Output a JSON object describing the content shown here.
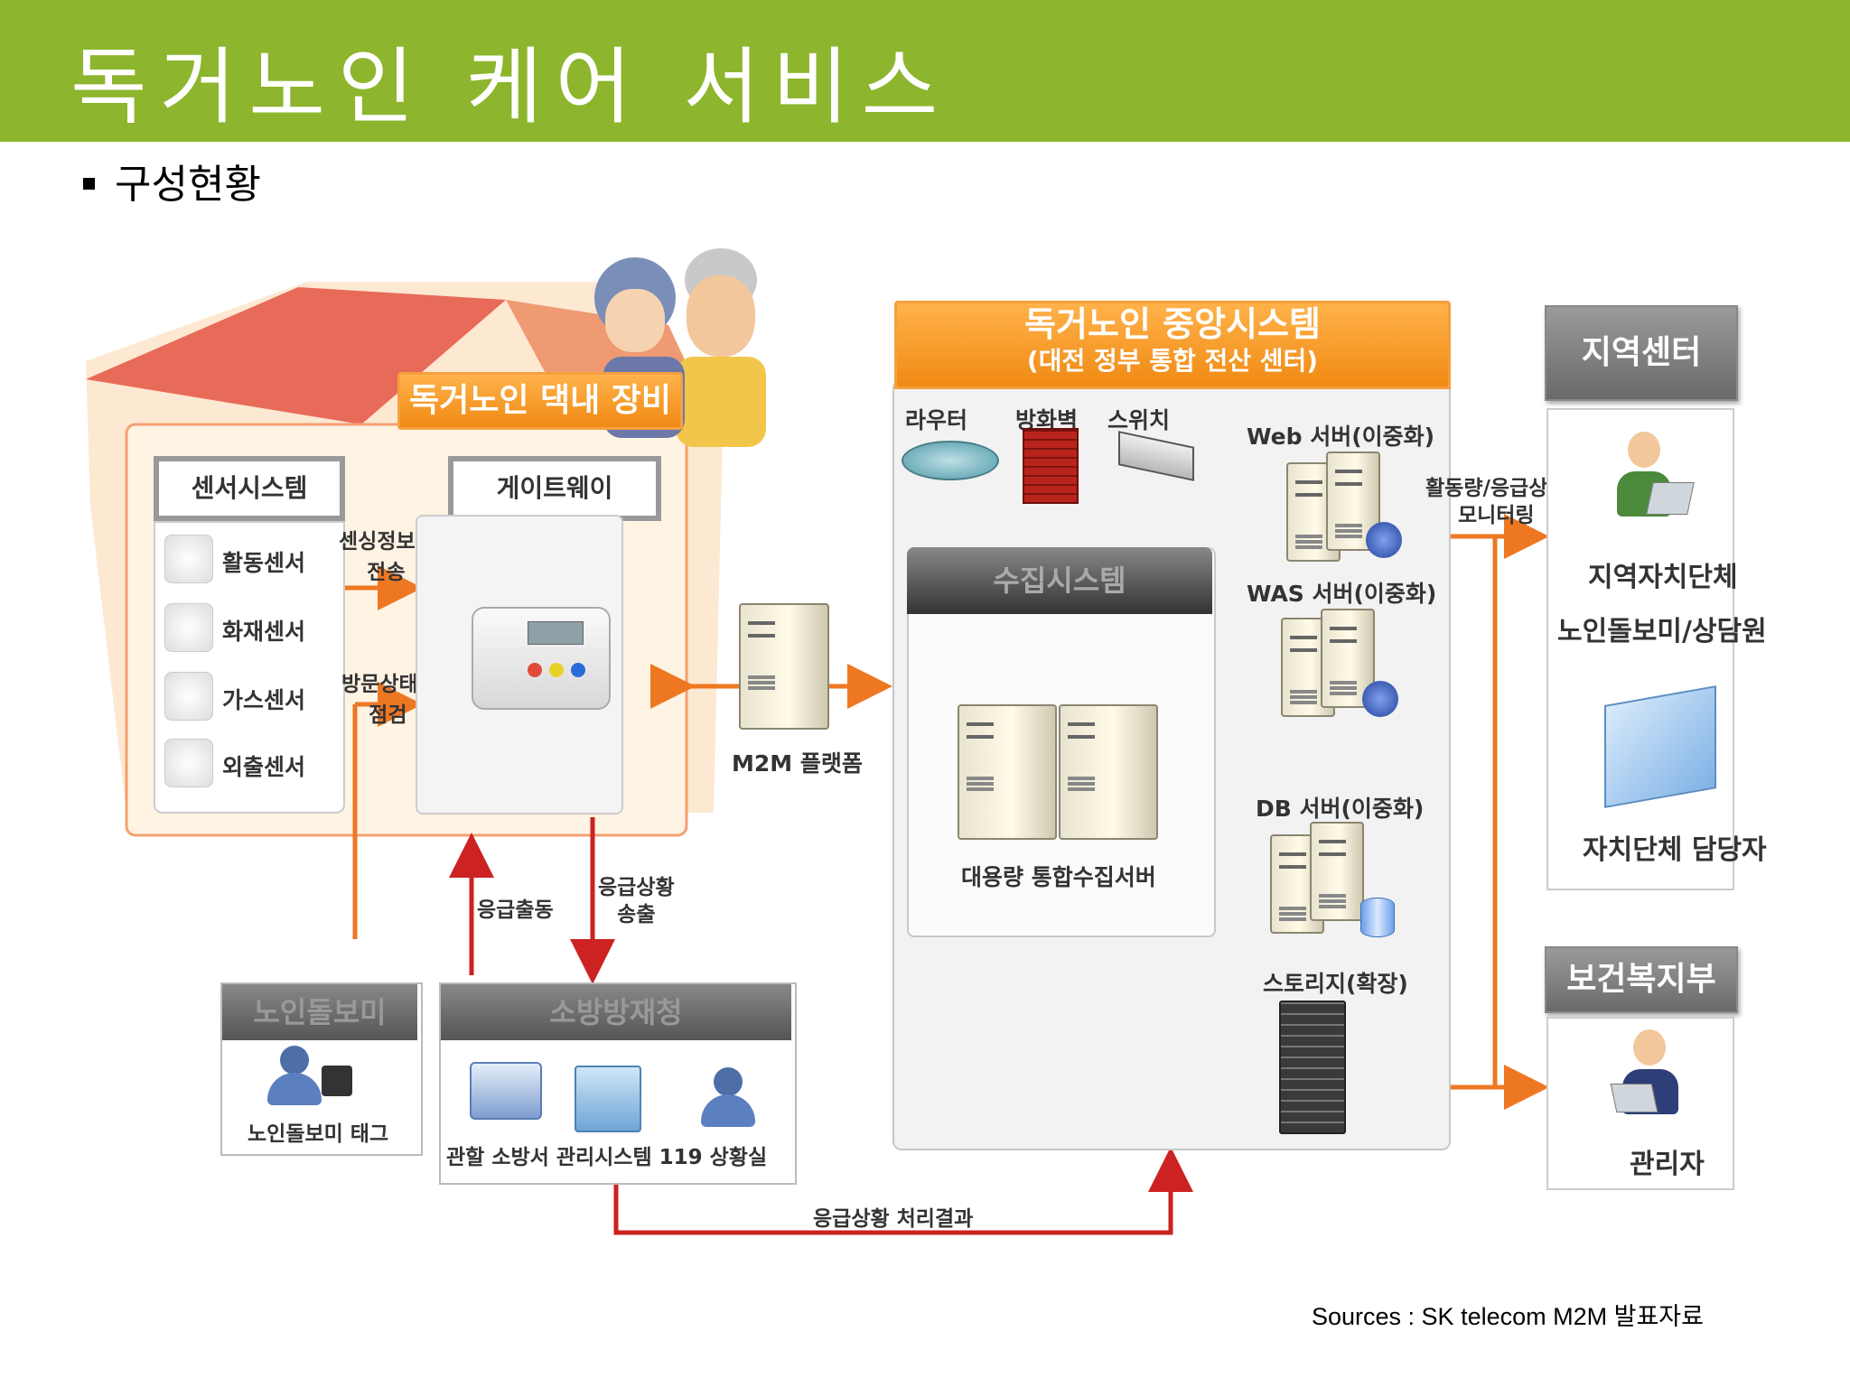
{
  "header": {
    "title": "독거노인 케어 서비스"
  },
  "section": {
    "bullet": "구성현황"
  },
  "home": {
    "title": "독거노인 댁내 장비",
    "sensor_system": "센서시스템",
    "gateway": "게이트웨이",
    "sensors": [
      "활동센서",
      "화재센서",
      "가스센서",
      "외출센서"
    ],
    "sensing_label_1": "센싱정보",
    "sensing_label_2": "전송",
    "visit_label_1": "방문상태",
    "visit_label_2": "점검"
  },
  "m2m": {
    "label": "M2M 플랫폼"
  },
  "central": {
    "title": "독거노인 중앙시스템",
    "subtitle": "(대전 정부 통합 전산 센터)",
    "router": "라우터",
    "firewall": "방화벽",
    "switch": "스위치",
    "collect_title": "수집시스템",
    "collect_server": "대용량  통합수집서버",
    "web_server": "Web 서버(이중화)",
    "was_server": "WAS 서버(이중화)",
    "db_server": "DB 서버(이중화)",
    "storage": "스토리지(확장)"
  },
  "monitoring": {
    "line1": "활동량/응급상황",
    "line2": "모니터링"
  },
  "regional": {
    "title": "지역센터",
    "org1": "지역자치단체",
    "org2": "노인돌보미/상담원",
    "org3": "자치단체 담당자"
  },
  "ministry": {
    "title": "보건복지부",
    "admin": "관리자"
  },
  "caregiver": {
    "title": "노인돌보미",
    "tag": "노인돌보미 태그"
  },
  "fire": {
    "title": "소방방재청",
    "items": "관할 소방서 관리시스템  119 상황실"
  },
  "flows": {
    "dispatch": "응급출동",
    "emergency_1": "응급상황",
    "emergency_2": "송출",
    "result": "응급상황 처리결과"
  },
  "source": {
    "text": "Sources  : SK telecom M2M 발표자료"
  }
}
